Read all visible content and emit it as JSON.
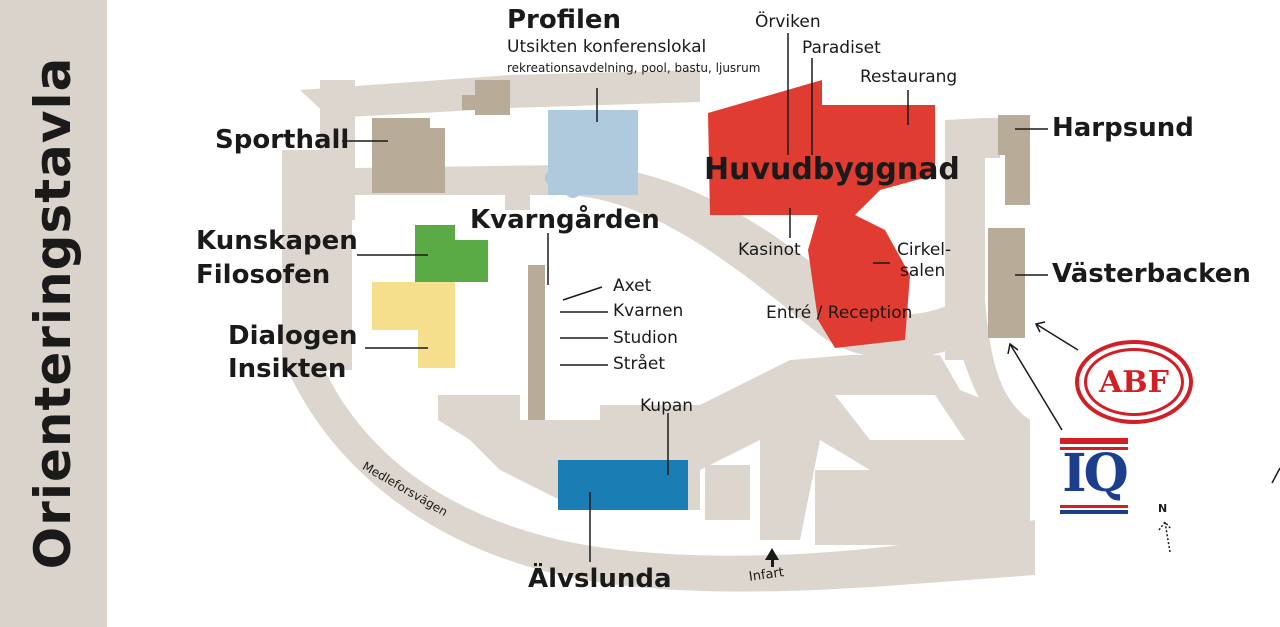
{
  "sidebar": {
    "title": "Orienteringstavla"
  },
  "colors": {
    "road": "#dcd6cf",
    "building": "#b8ab98",
    "main_building": "#e03c31",
    "profilen": "#afc9dd",
    "alvslunda": "#1a7db4",
    "kunskapen": "#5aab46",
    "dialogen": "#f5de8c",
    "sidebar": "#d9d3cc",
    "logo_red": "#d21f26",
    "logo_blue": "#1b3f8c"
  },
  "buildings": {
    "profilen": {
      "name": "Profilen",
      "line1": "Utsikten konferenslokal",
      "line2": "rekreationsavdelning, pool, bastu, ljusrum"
    },
    "sporthall": "Sporthall",
    "kunskapen": "Kunskapen",
    "filosofen": "Filosofen",
    "dialogen": "Dialogen",
    "insikten": "Insikten",
    "kvarngarden": "Kvarngården",
    "axet": "Axet",
    "kvarnen": "Kvarnen",
    "studion": "Studion",
    "straet": "Strået",
    "kupan": "Kupan",
    "alvslunda": "Älvslunda",
    "huvudbyggnad": "Huvudbyggnad",
    "orviken": "Örviken",
    "paradiset": "Paradiset",
    "restaurang": "Restaurang",
    "kasinot": "Kasinot",
    "cirkel1": "Cirkel-",
    "cirkel2": "salen",
    "entre": "Entré / Reception",
    "harpsund": "Harpsund",
    "vasterbacken": "Västerbacken"
  },
  "roads": {
    "medleforsvagen": "Medleforsvägen",
    "infart": "Infart"
  },
  "logos": {
    "abf": "ABF",
    "iq": "IQ"
  },
  "compass": {
    "north": "N"
  }
}
